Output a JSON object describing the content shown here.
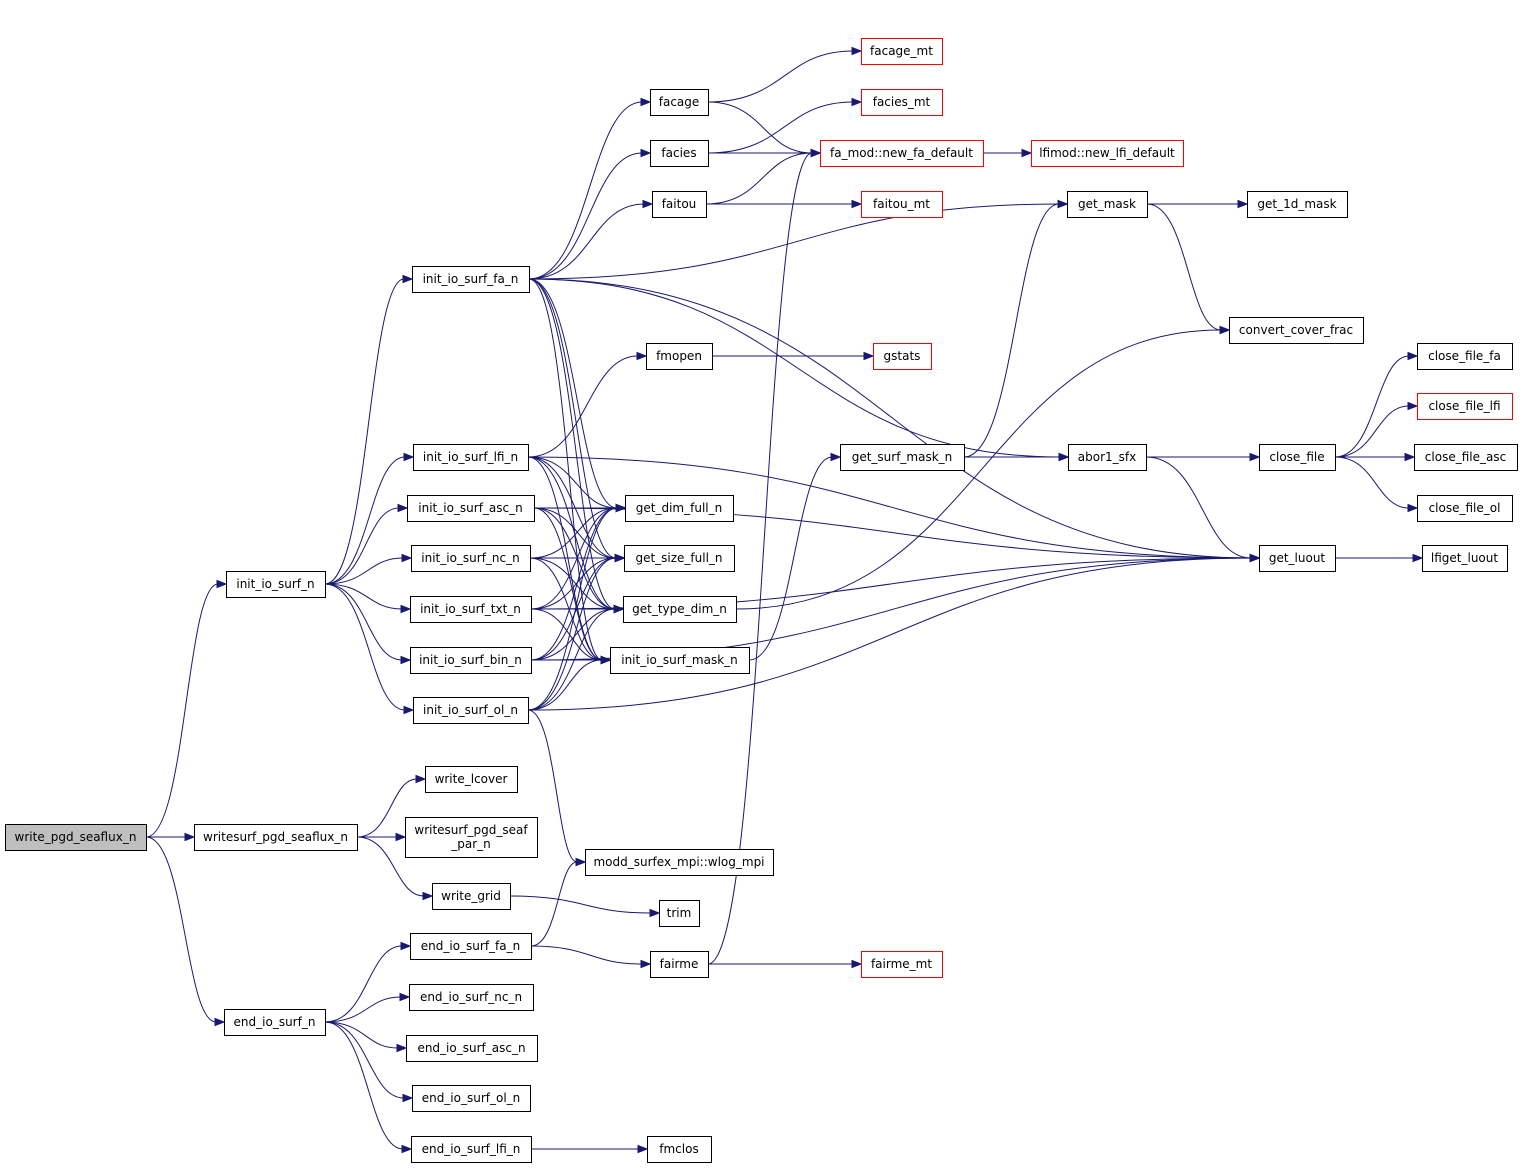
{
  "title": "write_pgd_seaflux_n call graph",
  "colors": {
    "edge": "#191970",
    "node_border": "#000000",
    "truncated_border": "#ff0000",
    "root_fill": "#bfbfbf"
  },
  "nodes": [
    {
      "id": "write_pgd_seaflux_n",
      "label": "write_pgd_seaflux_n",
      "kind": "root"
    },
    {
      "id": "init_io_surf_n",
      "label": "init_io_surf_n"
    },
    {
      "id": "writesurf_pgd_seaflux_n",
      "label": "writesurf_pgd_seaflux_n"
    },
    {
      "id": "end_io_surf_n",
      "label": "end_io_surf_n"
    },
    {
      "id": "init_io_surf_fa_n",
      "label": "init_io_surf_fa_n"
    },
    {
      "id": "init_io_surf_lfi_n",
      "label": "init_io_surf_lfi_n"
    },
    {
      "id": "init_io_surf_asc_n",
      "label": "init_io_surf_asc_n"
    },
    {
      "id": "init_io_surf_nc_n",
      "label": "init_io_surf_nc_n"
    },
    {
      "id": "init_io_surf_txt_n",
      "label": "init_io_surf_txt_n"
    },
    {
      "id": "init_io_surf_bin_n",
      "label": "init_io_surf_bin_n"
    },
    {
      "id": "init_io_surf_ol_n",
      "label": "init_io_surf_ol_n"
    },
    {
      "id": "write_lcover",
      "label": "write_lcover"
    },
    {
      "id": "writesurf_pgd_seaf_par_n",
      "label": "writesurf_pgd_seaf\n_par_n"
    },
    {
      "id": "write_grid",
      "label": "write_grid"
    },
    {
      "id": "end_io_surf_fa_n",
      "label": "end_io_surf_fa_n"
    },
    {
      "id": "end_io_surf_nc_n",
      "label": "end_io_surf_nc_n"
    },
    {
      "id": "end_io_surf_asc_n",
      "label": "end_io_surf_asc_n"
    },
    {
      "id": "end_io_surf_ol_n",
      "label": "end_io_surf_ol_n"
    },
    {
      "id": "end_io_surf_lfi_n",
      "label": "end_io_surf_lfi_n"
    },
    {
      "id": "facage",
      "label": "facage"
    },
    {
      "id": "facies",
      "label": "facies"
    },
    {
      "id": "faitou",
      "label": "faitou"
    },
    {
      "id": "fmopen",
      "label": "fmopen"
    },
    {
      "id": "get_dim_full_n",
      "label": "get_dim_full_n"
    },
    {
      "id": "get_size_full_n",
      "label": "get_size_full_n"
    },
    {
      "id": "get_type_dim_n",
      "label": "get_type_dim_n"
    },
    {
      "id": "init_io_surf_mask_n",
      "label": "init_io_surf_mask_n"
    },
    {
      "id": "modd_surfex_mpi_wlog_mpi",
      "label": "modd_surfex_mpi::wlog_mpi"
    },
    {
      "id": "trim",
      "label": "trim"
    },
    {
      "id": "fairme",
      "label": "fairme"
    },
    {
      "id": "fmclos",
      "label": "fmclos"
    },
    {
      "id": "facage_mt",
      "label": "facage_mt",
      "kind": "truncated"
    },
    {
      "id": "facies_mt",
      "label": "facies_mt",
      "kind": "truncated"
    },
    {
      "id": "fa_mod_new_fa_default",
      "label": "fa_mod::new_fa_default",
      "kind": "truncated"
    },
    {
      "id": "faitou_mt",
      "label": "faitou_mt",
      "kind": "truncated"
    },
    {
      "id": "gstats",
      "label": "gstats",
      "kind": "truncated"
    },
    {
      "id": "get_surf_mask_n",
      "label": "get_surf_mask_n"
    },
    {
      "id": "fairme_mt",
      "label": "fairme_mt",
      "kind": "truncated"
    },
    {
      "id": "lfimod_new_lfi_default",
      "label": "lfimod::new_lfi_default",
      "kind": "truncated"
    },
    {
      "id": "get_mask",
      "label": "get_mask"
    },
    {
      "id": "abor1_sfx",
      "label": "abor1_sfx"
    },
    {
      "id": "get_1d_mask",
      "label": "get_1d_mask"
    },
    {
      "id": "convert_cover_frac",
      "label": "convert_cover_frac"
    },
    {
      "id": "get_luout",
      "label": "get_luout"
    },
    {
      "id": "close_file",
      "label": "close_file"
    },
    {
      "id": "close_file_fa",
      "label": "close_file_fa"
    },
    {
      "id": "close_file_lfi",
      "label": "close_file_lfi",
      "kind": "truncated"
    },
    {
      "id": "close_file_asc",
      "label": "close_file_asc"
    },
    {
      "id": "close_file_ol",
      "label": "close_file_ol"
    },
    {
      "id": "lfiget_luout",
      "label": "lfiget_luout"
    }
  ],
  "edges": [
    [
      "write_pgd_seaflux_n",
      "init_io_surf_n"
    ],
    [
      "write_pgd_seaflux_n",
      "writesurf_pgd_seaflux_n"
    ],
    [
      "write_pgd_seaflux_n",
      "end_io_surf_n"
    ],
    [
      "init_io_surf_n",
      "init_io_surf_fa_n"
    ],
    [
      "init_io_surf_n",
      "init_io_surf_lfi_n"
    ],
    [
      "init_io_surf_n",
      "init_io_surf_asc_n"
    ],
    [
      "init_io_surf_n",
      "init_io_surf_nc_n"
    ],
    [
      "init_io_surf_n",
      "init_io_surf_txt_n"
    ],
    [
      "init_io_surf_n",
      "init_io_surf_bin_n"
    ],
    [
      "init_io_surf_n",
      "init_io_surf_ol_n"
    ],
    [
      "writesurf_pgd_seaflux_n",
      "write_lcover"
    ],
    [
      "writesurf_pgd_seaflux_n",
      "writesurf_pgd_seaf_par_n"
    ],
    [
      "writesurf_pgd_seaflux_n",
      "write_grid"
    ],
    [
      "write_grid",
      "trim"
    ],
    [
      "end_io_surf_n",
      "end_io_surf_fa_n"
    ],
    [
      "end_io_surf_n",
      "end_io_surf_nc_n"
    ],
    [
      "end_io_surf_n",
      "end_io_surf_asc_n"
    ],
    [
      "end_io_surf_n",
      "end_io_surf_ol_n"
    ],
    [
      "end_io_surf_n",
      "end_io_surf_lfi_n"
    ],
    [
      "end_io_surf_fa_n",
      "modd_surfex_mpi_wlog_mpi"
    ],
    [
      "end_io_surf_fa_n",
      "fairme"
    ],
    [
      "end_io_surf_lfi_n",
      "fmclos"
    ],
    [
      "fairme",
      "fairme_mt"
    ],
    [
      "fairme",
      "fa_mod_new_fa_default"
    ],
    [
      "init_io_surf_fa_n",
      "facage"
    ],
    [
      "init_io_surf_fa_n",
      "facies"
    ],
    [
      "init_io_surf_fa_n",
      "faitou"
    ],
    [
      "init_io_surf_fa_n",
      "get_mask"
    ],
    [
      "init_io_surf_fa_n",
      "get_luout"
    ],
    [
      "init_io_surf_fa_n",
      "abor1_sfx"
    ],
    [
      "init_io_surf_fa_n",
      "get_dim_full_n"
    ],
    [
      "init_io_surf_fa_n",
      "get_size_full_n"
    ],
    [
      "init_io_surf_fa_n",
      "get_type_dim_n"
    ],
    [
      "init_io_surf_fa_n",
      "init_io_surf_mask_n"
    ],
    [
      "facage",
      "facage_mt"
    ],
    [
      "facage",
      "fa_mod_new_fa_default"
    ],
    [
      "facies",
      "facies_mt"
    ],
    [
      "facies",
      "fa_mod_new_fa_default"
    ],
    [
      "faitou",
      "faitou_mt"
    ],
    [
      "faitou",
      "fa_mod_new_fa_default"
    ],
    [
      "fa_mod_new_fa_default",
      "lfimod_new_lfi_default"
    ],
    [
      "init_io_surf_lfi_n",
      "fmopen"
    ],
    [
      "init_io_surf_lfi_n",
      "get_luout"
    ],
    [
      "init_io_surf_lfi_n",
      "get_dim_full_n"
    ],
    [
      "init_io_surf_lfi_n",
      "get_size_full_n"
    ],
    [
      "init_io_surf_lfi_n",
      "get_type_dim_n"
    ],
    [
      "init_io_surf_lfi_n",
      "init_io_surf_mask_n"
    ],
    [
      "fmopen",
      "gstats"
    ],
    [
      "init_io_surf_asc_n",
      "get_dim_full_n"
    ],
    [
      "init_io_surf_asc_n",
      "get_size_full_n"
    ],
    [
      "init_io_surf_asc_n",
      "get_type_dim_n"
    ],
    [
      "init_io_surf_asc_n",
      "init_io_surf_mask_n"
    ],
    [
      "init_io_surf_asc_n",
      "get_luout"
    ],
    [
      "init_io_surf_nc_n",
      "get_dim_full_n"
    ],
    [
      "init_io_surf_nc_n",
      "get_size_full_n"
    ],
    [
      "init_io_surf_nc_n",
      "get_type_dim_n"
    ],
    [
      "init_io_surf_nc_n",
      "init_io_surf_mask_n"
    ],
    [
      "init_io_surf_txt_n",
      "get_dim_full_n"
    ],
    [
      "init_io_surf_txt_n",
      "get_size_full_n"
    ],
    [
      "init_io_surf_txt_n",
      "get_type_dim_n"
    ],
    [
      "init_io_surf_txt_n",
      "init_io_surf_mask_n"
    ],
    [
      "init_io_surf_txt_n",
      "get_luout"
    ],
    [
      "init_io_surf_bin_n",
      "get_dim_full_n"
    ],
    [
      "init_io_surf_bin_n",
      "get_size_full_n"
    ],
    [
      "init_io_surf_bin_n",
      "get_type_dim_n"
    ],
    [
      "init_io_surf_bin_n",
      "init_io_surf_mask_n"
    ],
    [
      "init_io_surf_bin_n",
      "get_luout"
    ],
    [
      "init_io_surf_ol_n",
      "get_dim_full_n"
    ],
    [
      "init_io_surf_ol_n",
      "get_size_full_n"
    ],
    [
      "init_io_surf_ol_n",
      "get_type_dim_n"
    ],
    [
      "init_io_surf_ol_n",
      "init_io_surf_mask_n"
    ],
    [
      "init_io_surf_ol_n",
      "get_luout"
    ],
    [
      "init_io_surf_ol_n",
      "modd_surfex_mpi_wlog_mpi"
    ],
    [
      "get_type_dim_n",
      "convert_cover_frac"
    ],
    [
      "init_io_surf_mask_n",
      "get_surf_mask_n"
    ],
    [
      "get_surf_mask_n",
      "get_mask"
    ],
    [
      "get_surf_mask_n",
      "abor1_sfx"
    ],
    [
      "get_mask",
      "get_1d_mask"
    ],
    [
      "get_mask",
      "convert_cover_frac"
    ],
    [
      "abor1_sfx",
      "close_file"
    ],
    [
      "abor1_sfx",
      "get_luout"
    ],
    [
      "close_file",
      "close_file_fa"
    ],
    [
      "close_file",
      "close_file_lfi"
    ],
    [
      "close_file",
      "close_file_asc"
    ],
    [
      "close_file",
      "close_file_ol"
    ],
    [
      "get_luout",
      "lfiget_luout"
    ]
  ]
}
